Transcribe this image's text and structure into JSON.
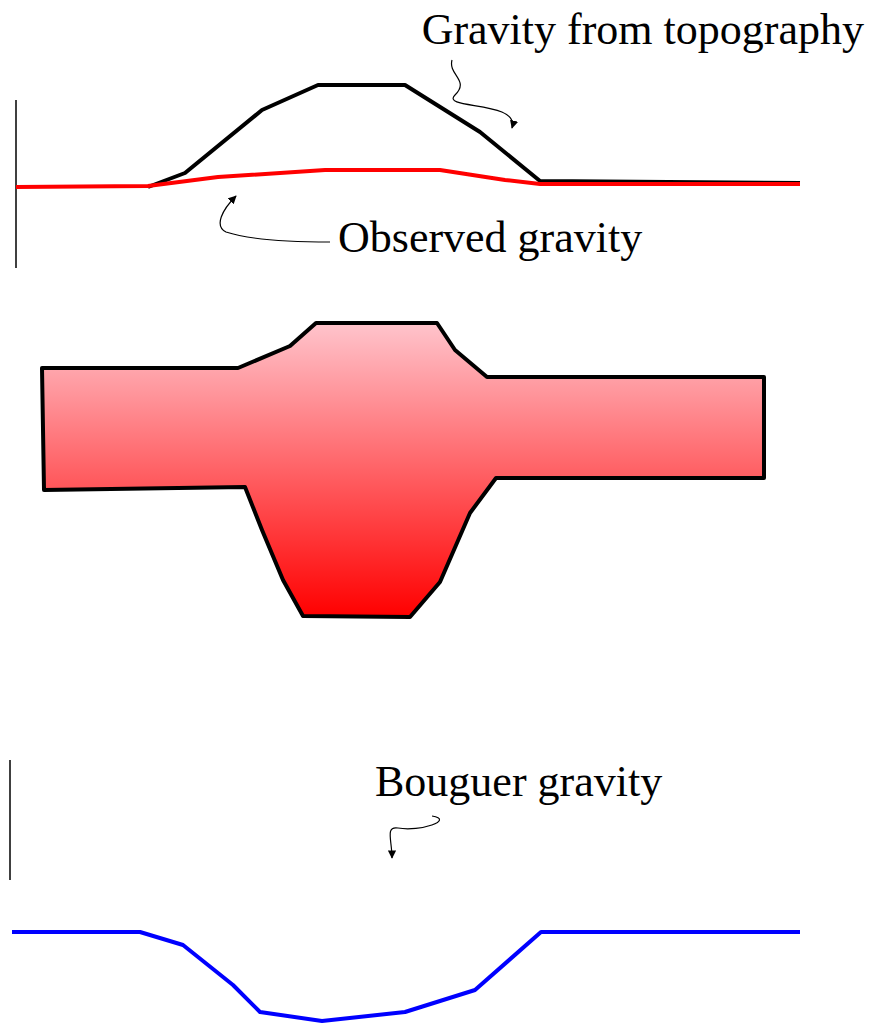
{
  "diagram": {
    "labels": [
      "Gravity from topography",
      "Observed gravity",
      "Bouguer gravity"
    ]
  }
}
